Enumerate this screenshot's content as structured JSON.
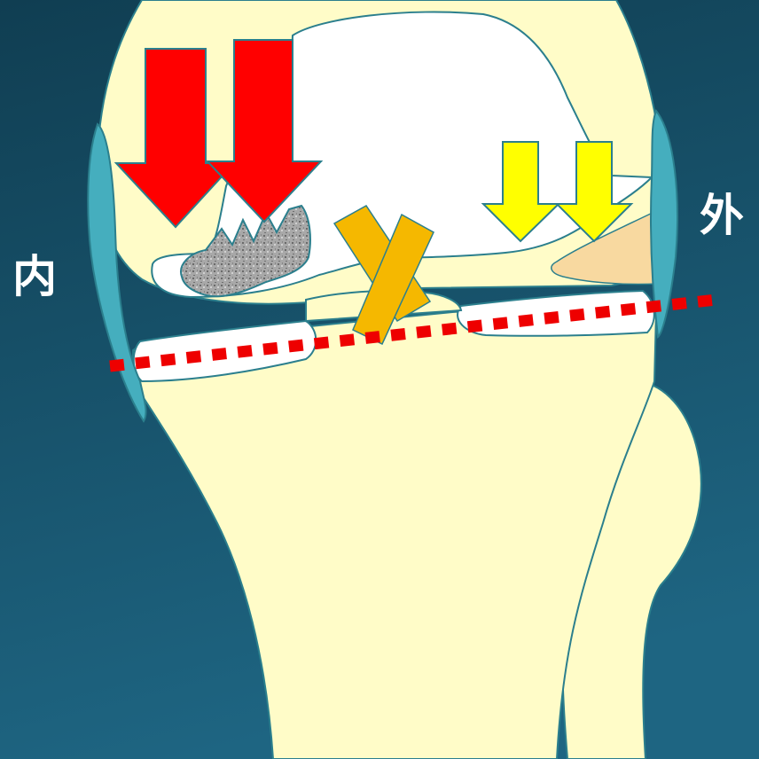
{
  "labels": {
    "medial": "内",
    "lateral": "外"
  },
  "colors": {
    "background_top": "#103e52",
    "background_bottom": "#1e6582",
    "bone": "#fffcc8",
    "outline": "#2b7f8d",
    "ligament": "#45aebe",
    "cartilage": "#ffffff",
    "cruciate_ligament": "#f5b800",
    "fibula_cartilage": "#f8d9a0",
    "load_arrow_medial": "#ff0000",
    "load_arrow_lateral": "#ffff00",
    "joint_line": "#ee0000",
    "bone_spur": "#a8a8a8"
  },
  "icons": {
    "medial_load": "large-red-down-arrows",
    "lateral_load": "small-yellow-down-arrows"
  }
}
